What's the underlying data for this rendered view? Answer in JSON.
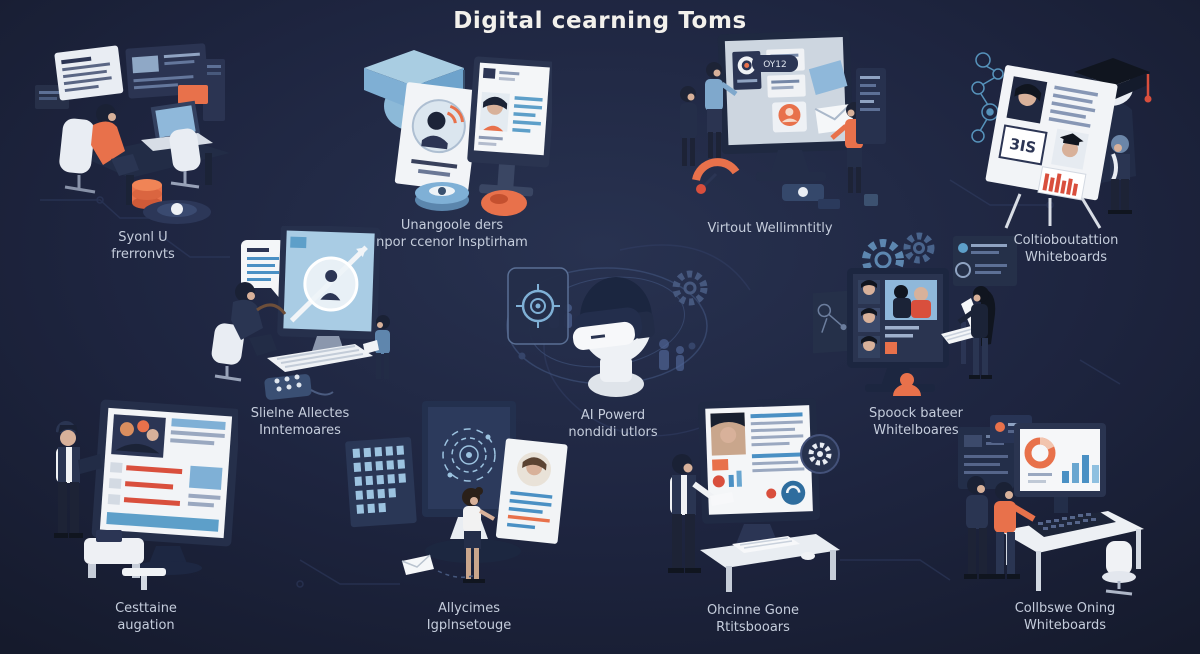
{
  "title": "Digital cearning Toms",
  "colors": {
    "background": "#1e2540",
    "accent_orange": "#e8714b",
    "accent_red": "#d94f3d",
    "accent_blue": "#7fb0d6",
    "screen_blue": "#a9cce4",
    "label_text": "#c5cddc",
    "title_text": "#f3f1ec"
  },
  "whiteboard_text": "3IS",
  "conference_badge": "OY12",
  "clusters": [
    {
      "name": "workstation-desk",
      "label_line1": "Syonl U",
      "label_line2": "frerronvts"
    },
    {
      "name": "education-profile-cards",
      "label_line1": "Unangoole ders",
      "label_line2": "npor ccenor Insptirham"
    },
    {
      "name": "virtual-classroom-screen",
      "label_line1": "Virtout Wellimntitly",
      "label_line2": ""
    },
    {
      "name": "collaboration-whiteboard-easel",
      "label_line1": "Coltioboutattion",
      "label_line2": "Whiteboards"
    },
    {
      "name": "analytics-monitor",
      "label_line1": "Slielne Allectes",
      "label_line2": "Inntemoares"
    },
    {
      "name": "vr-headset",
      "label_line1": "AI Powerd",
      "label_line2": "nondidi utlors"
    },
    {
      "name": "video-conference-monitor",
      "label_line1": "Spoock bateer",
      "label_line2": "Whitelboares"
    },
    {
      "name": "content-presentation-screen",
      "label_line1": "Cesttaine",
      "label_line2": "augation"
    },
    {
      "name": "dual-monitor-design",
      "label_line1": "Allycimes",
      "label_line2": "Igplnsetouge"
    },
    {
      "name": "online-course-desktop",
      "label_line1": "Ohcinne Gone",
      "label_line2": "Rtitsbooars"
    },
    {
      "name": "charts-keyboard-station",
      "label_line1": "Collbswe Oning",
      "label_line2": "Whiteboards"
    }
  ]
}
